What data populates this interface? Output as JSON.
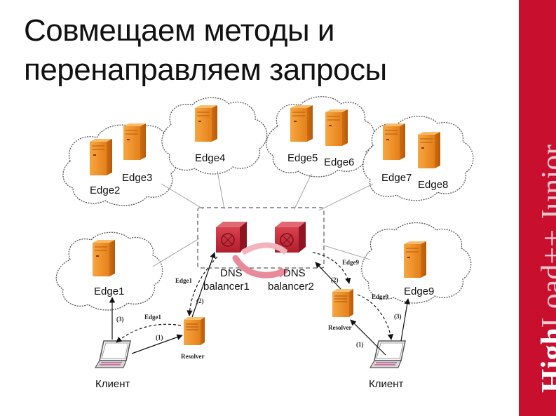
{
  "title": {
    "line1": "Совмещаем методы и",
    "line2": "перенаправляем запросы"
  },
  "brand": {
    "strong": "High",
    "light": "Load++ Junior",
    "color": "#c8102e"
  },
  "diagram": {
    "edges": {
      "edge1": "Edge1",
      "edge2": "Edge2",
      "edge3": "Edge3",
      "edge4": "Edge4",
      "edge5": "Edge5",
      "edge6": "Edge6",
      "edge7": "Edge7",
      "edge8": "Edge8",
      "edge9": "Edge9"
    },
    "dns1": {
      "line1": "DNS",
      "line2": "balancer1"
    },
    "dns2": {
      "line1": "DNS",
      "line2": "balancer2"
    },
    "resolver": "Resolver",
    "client": "Клиент",
    "arrow_labels": {
      "edge1_dashed_left": "Edge1",
      "edge1_resolver": "Edge1",
      "edge9_dashed_right": "Edge9",
      "edge9_resolver": "Edge9",
      "step1": "(1)",
      "step2": "(2)",
      "step3": "(3)"
    },
    "icons": [
      "server-icon",
      "dns-balancer-icon",
      "resolver-server-icon",
      "laptop-icon",
      "cloud-icon"
    ]
  }
}
